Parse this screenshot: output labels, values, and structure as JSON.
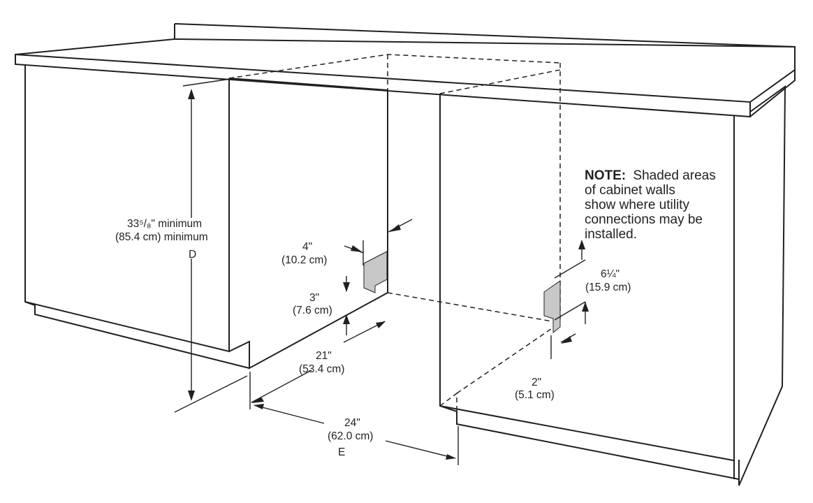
{
  "labels": {
    "height_in": "33⁵/₈\" minimum",
    "height_cm": "(85.4 cm) minimum",
    "height_letter": "D",
    "top_gap_in": "4\"",
    "top_gap_cm": "(10.2 cm)",
    "bottom_gap_in": "3\"",
    "bottom_gap_cm": "(7.6 cm)",
    "depth_in": "21\"",
    "depth_cm": "(53.4 cm)",
    "width_in": "24\"",
    "width_cm": "(62.0 cm)",
    "width_letter": "E",
    "right_height_in": "6¼\"",
    "right_height_cm": "(15.9 cm)",
    "right_gap_in": "2\"",
    "right_gap_cm": "(5.1 cm)"
  },
  "note": {
    "heading": "NOTE:",
    "line1": "Shaded areas",
    "line2": "of cabinet walls",
    "line3": "show where utility",
    "line4": "connections may be",
    "line5": "installed."
  },
  "colors": {
    "line": "#231f20",
    "shade": "#c8c8c8",
    "background": "#ffffff"
  }
}
